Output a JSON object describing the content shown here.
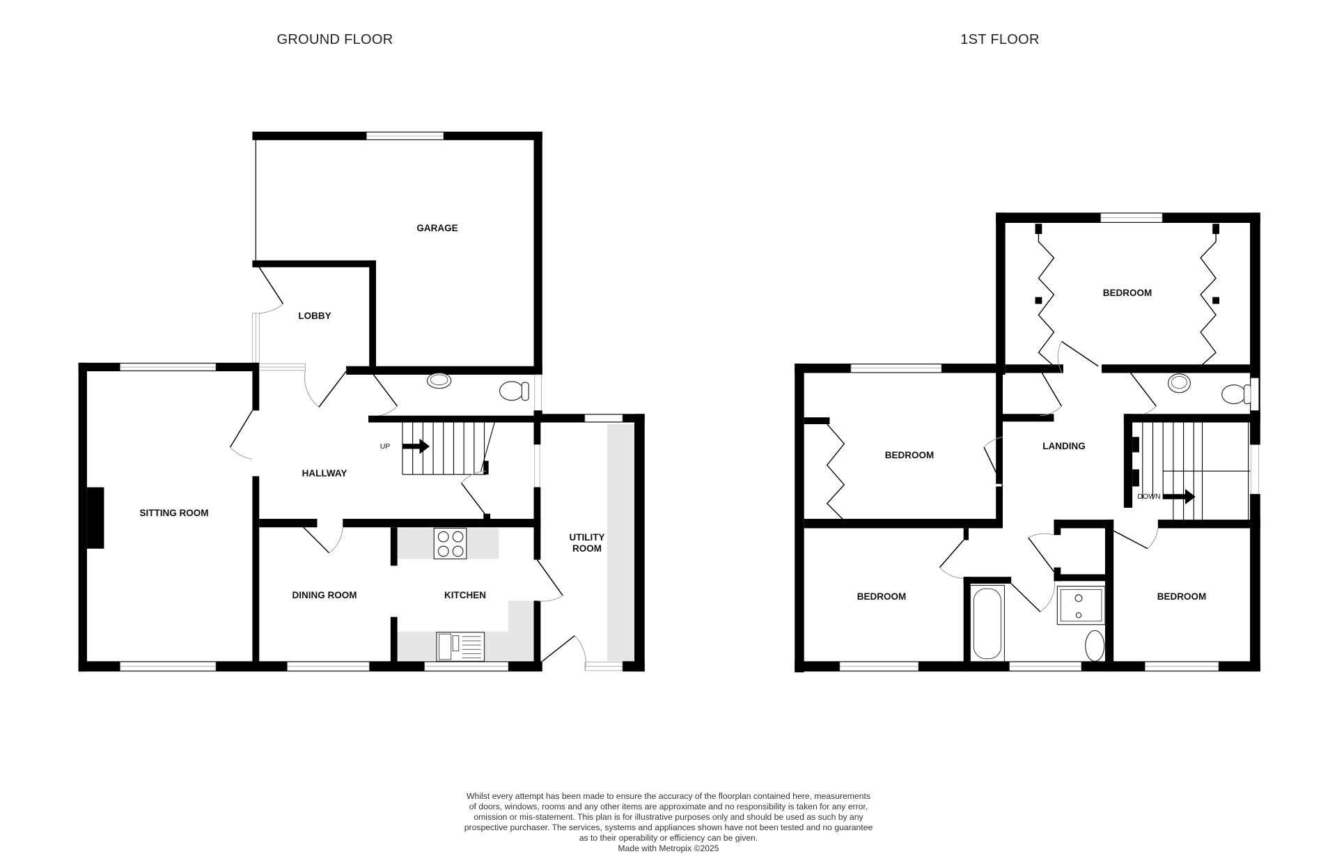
{
  "floors": {
    "ground": {
      "title": "GROUND FLOOR",
      "rooms": {
        "garage": "GARAGE",
        "lobby": "LOBBY",
        "sitting_room": "SITTING ROOM",
        "hallway": "HALLWAY",
        "dining_room": "DINING ROOM",
        "kitchen": "KITCHEN",
        "utility_room_line1": "UTILITY",
        "utility_room_line2": "ROOM"
      },
      "stairs_label": "UP"
    },
    "first": {
      "title": "1ST FLOOR",
      "rooms": {
        "bedroom_top": "BEDROOM",
        "bedroom_left": "BEDROOM",
        "landing": "LANDING",
        "bedroom_bottom_left": "BEDROOM",
        "bedroom_bottom_right": "BEDROOM"
      },
      "stairs_label": "DOWN"
    }
  },
  "disclaimer": {
    "lines": [
      "Whilst every attempt has been made to ensure the accuracy of the floorplan contained here, measurements",
      "of doors, windows, rooms and any other items are approximate and no responsibility is taken for any error,",
      "omission or mis-statement. This plan is for illustrative purposes only and should be used as such by any",
      "prospective purchaser. The services, systems and appliances shown have not been tested and no guarantee",
      "as to their operability or efficiency can be given."
    ],
    "credit": "Made with Metropix ©2025"
  },
  "colors": {
    "wall": "#000000",
    "counter": "#e6e6e6",
    "window": "#ffffff"
  }
}
